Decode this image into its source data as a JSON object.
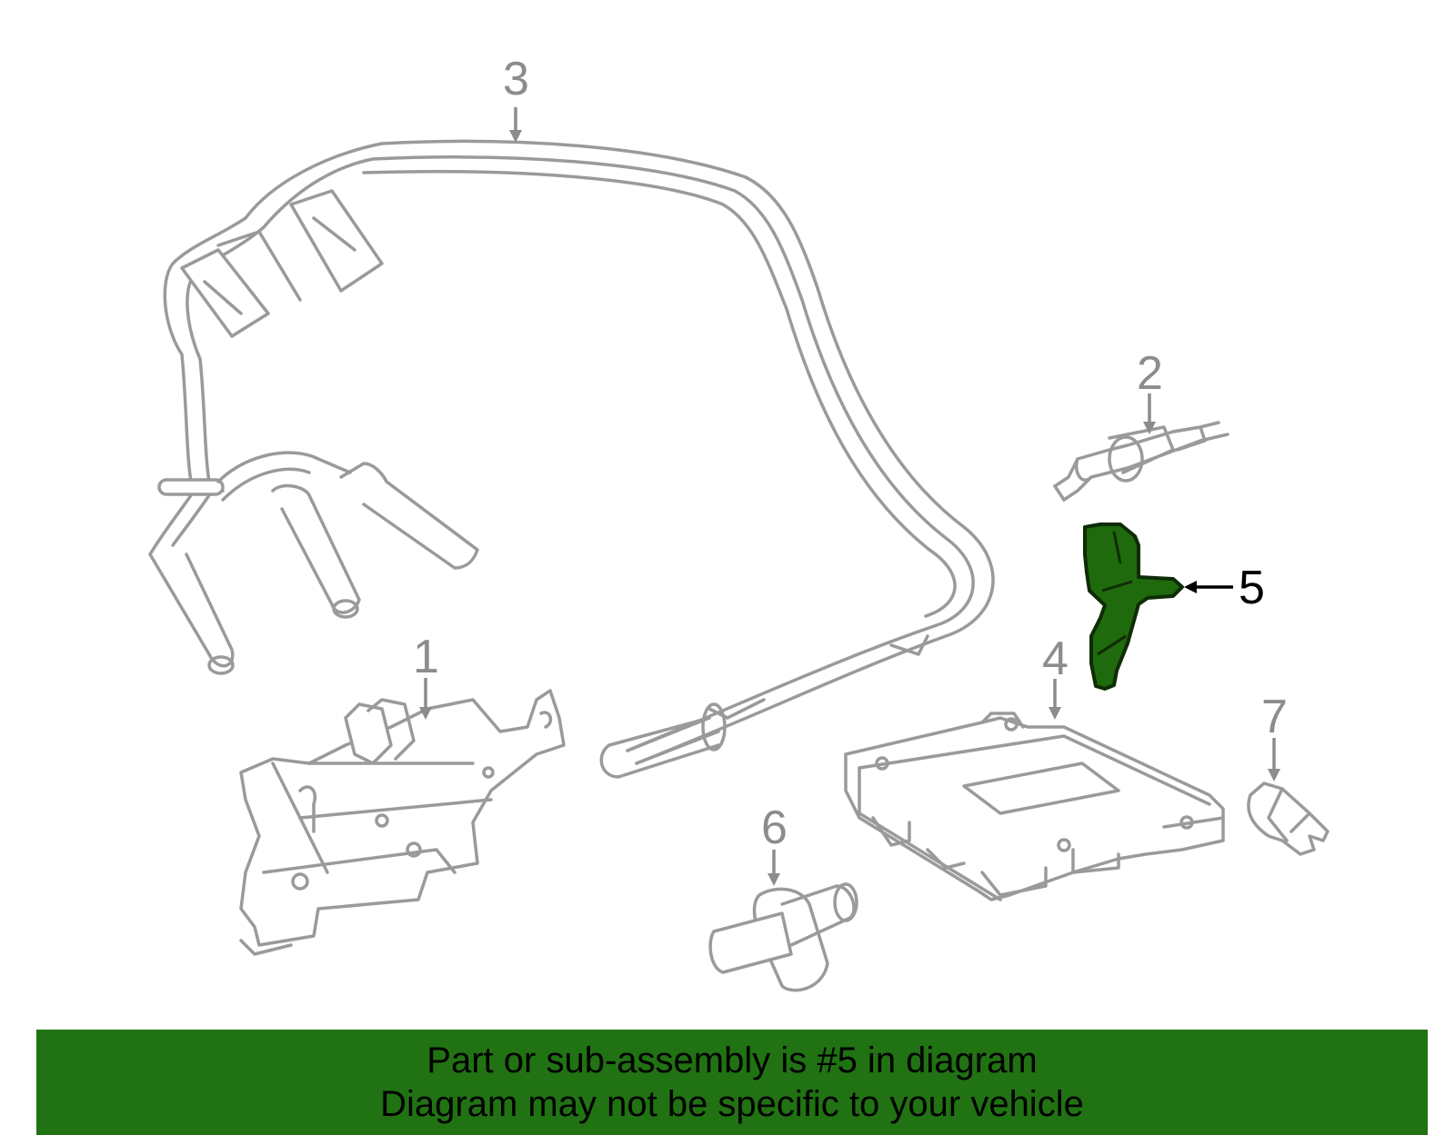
{
  "callouts": {
    "c1": "1",
    "c2": "2",
    "c3": "3",
    "c4": "4",
    "c5": "5",
    "c6": "6",
    "c7": "7"
  },
  "highlighted_part": "5",
  "colors": {
    "highlight_fill": "#1f6a0c",
    "banner_background": "#217213",
    "line_art": "#9a9a9a"
  },
  "banner": {
    "line1": "Part or sub-assembly is #5 in diagram",
    "line2": "Diagram may not be specific to your vehicle"
  }
}
